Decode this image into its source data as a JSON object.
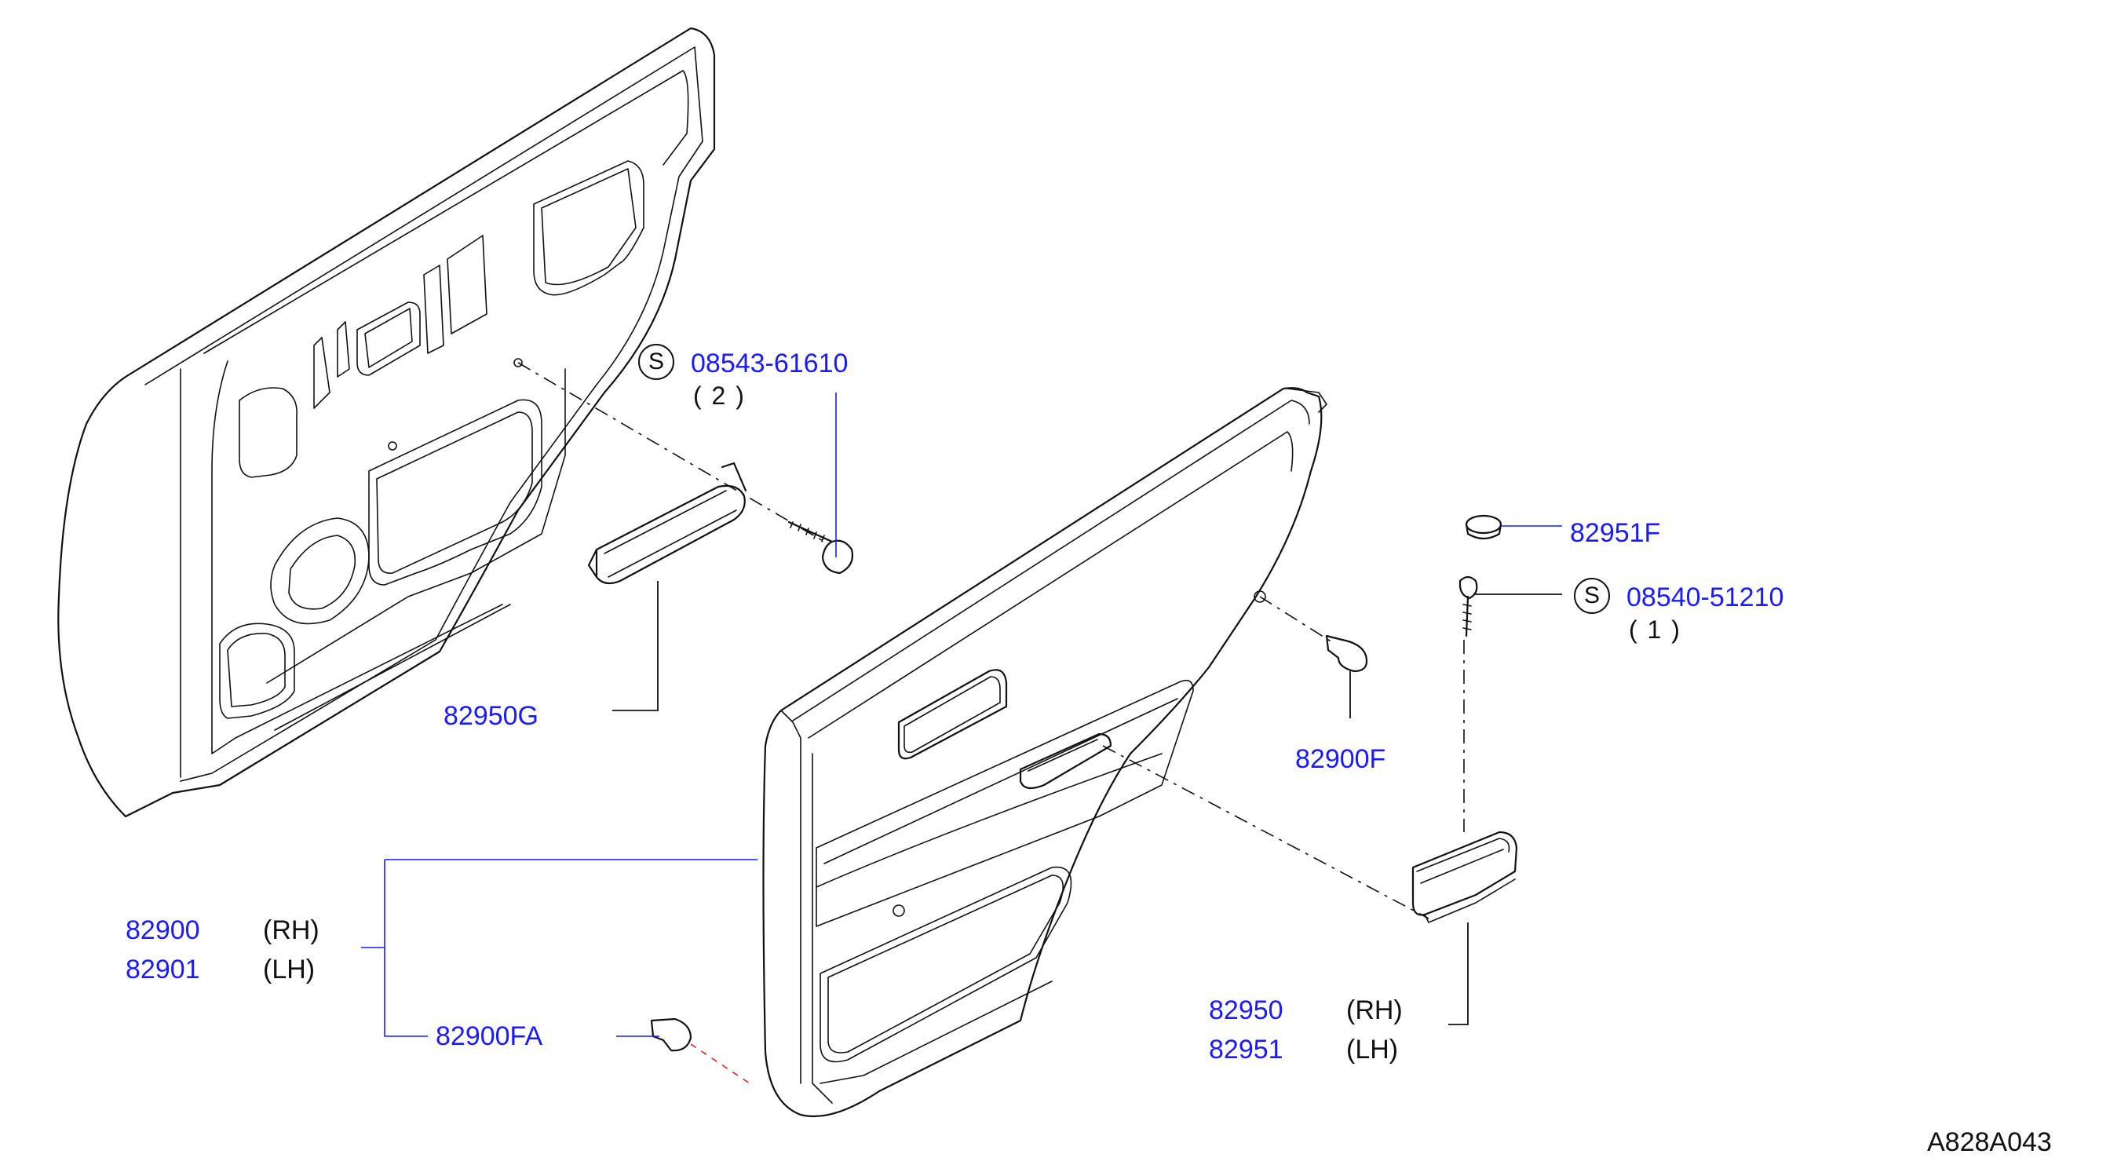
{
  "figure_ref": "A828A043",
  "colors": {
    "part_number": "#1a1aff",
    "leader_line": "#1a1aff",
    "line_art": "#111111",
    "hidden_line": "#e02020"
  },
  "callouts": {
    "screw_bracket": {
      "badge": "S",
      "part": "08543-61610",
      "qty": "( 2 )"
    },
    "screw_pull": {
      "badge": "S",
      "part": "08540-51210",
      "qty": "( 1 )"
    },
    "cap": {
      "part": "82951F"
    },
    "bracket": {
      "part": "82950G"
    },
    "clip_upper": {
      "part": "82900F"
    },
    "clip_lower": {
      "part": "82900FA"
    },
    "trim_rh": {
      "part": "82900",
      "side": "(RH)"
    },
    "trim_lh": {
      "part": "82901",
      "side": "(LH)"
    },
    "pull_rh": {
      "part": "82950",
      "side": "(RH)"
    },
    "pull_lh": {
      "part": "82951",
      "side": "(LH)"
    }
  }
}
